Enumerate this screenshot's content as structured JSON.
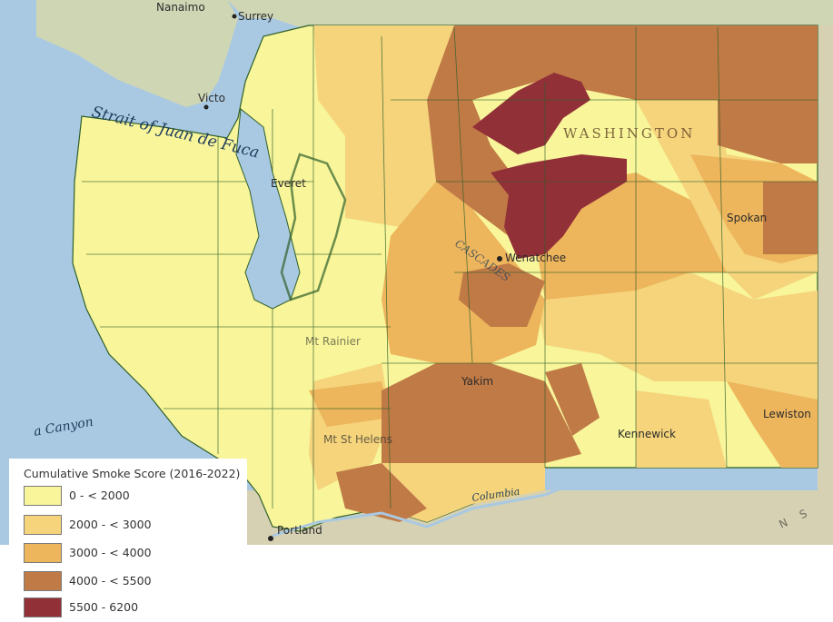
{
  "legend": {
    "title": "Cumulative Smoke Score (2016-2022)",
    "items": [
      {
        "label": "0 - < 2000",
        "color": "#f8f59a"
      },
      {
        "label": "2000 - < 3000",
        "color": "#f5d47c"
      },
      {
        "label": "3000 - < 4000",
        "color": "#edb55c"
      },
      {
        "label": "4000 - < 5500",
        "color": "#c07a46"
      },
      {
        "label": "5500 - 6200",
        "color": "#923038"
      }
    ]
  },
  "labels": {
    "surrey": "Surrey",
    "nanaimo": "Nanaimo",
    "victoria": "Victo",
    "strait": "Strait of Juan de Fuca",
    "washington": "WASHINGTON",
    "everett": "Everet",
    "wenatchee": "Wenatchee",
    "spokane": "Spokan",
    "mt_rainier": "Mt Rainier",
    "yakima": "Yakim",
    "mt_st_helens": "Mt St Helens",
    "kennewick": "Kennewick",
    "lewiston": "Lewiston",
    "portland": "Portland",
    "columbia": "Columbia",
    "canyon": "a Canyon",
    "cascades": "CASCADES",
    "sn": "N S"
  },
  "colors": {
    "water": "#a9c9e2",
    "land_outside": "#d9d4b8",
    "border": "#2f5f2a"
  }
}
